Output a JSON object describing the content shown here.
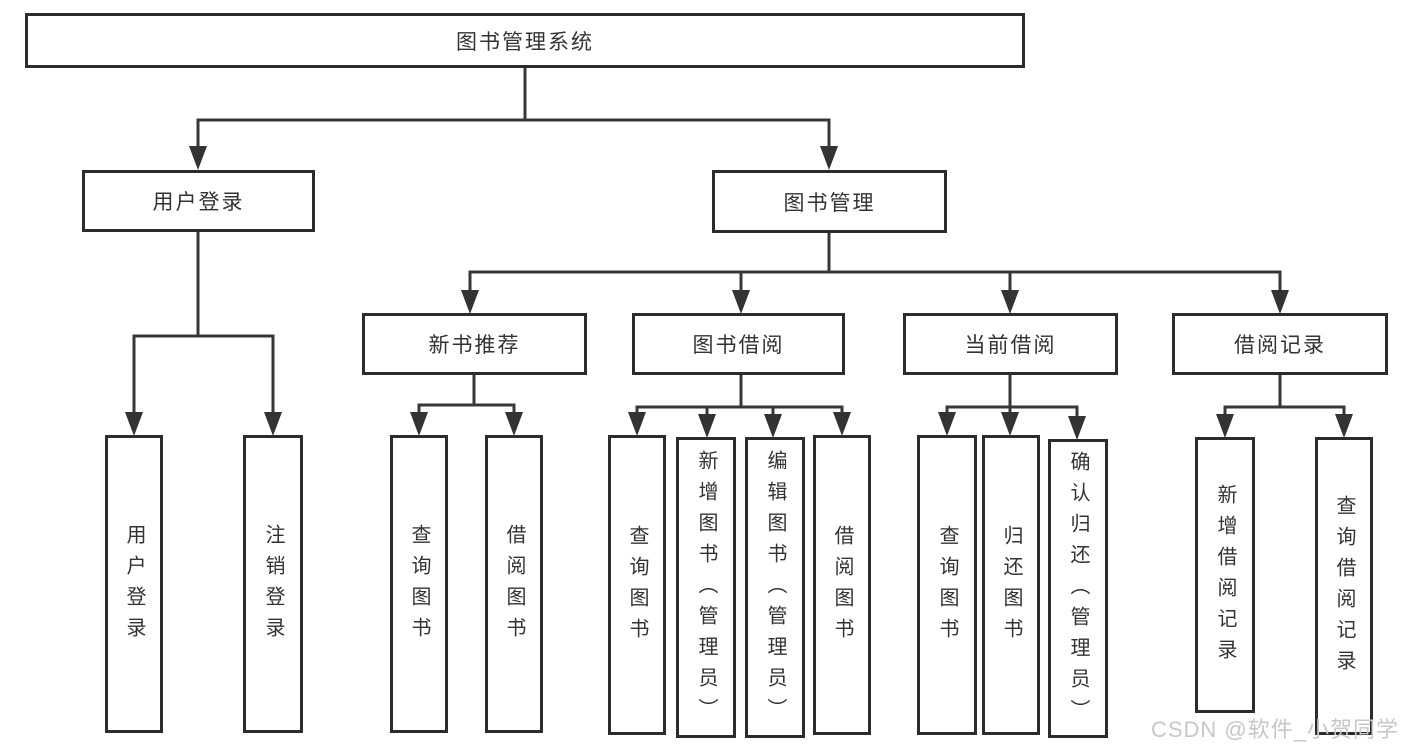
{
  "diagram": {
    "root": "图书管理系统",
    "user_login": {
      "label": "用户登录",
      "children": [
        "用户登录",
        "注销登录"
      ]
    },
    "book_management": {
      "label": "图书管理",
      "sections": [
        {
          "label": "新书推荐",
          "children": [
            "查询图书",
            "借阅图书"
          ]
        },
        {
          "label": "图书借阅",
          "children": [
            "查询图书",
            "新增图书（管理员）",
            "编辑图书（管理员）",
            "借阅图书"
          ]
        },
        {
          "label": "当前借阅",
          "children": [
            "查询图书",
            "归还图书",
            "确认归还（管理员）"
          ]
        },
        {
          "label": "借阅记录",
          "children": [
            "新增借阅记录",
            "查询借阅记录"
          ]
        }
      ]
    }
  },
  "watermark": "CSDN @软件_小贺同学",
  "colors": {
    "line": "#373737",
    "border": "#2c2c2c",
    "text": "#333333",
    "watermark": "#c5c7cb",
    "background": "#ffffff"
  }
}
